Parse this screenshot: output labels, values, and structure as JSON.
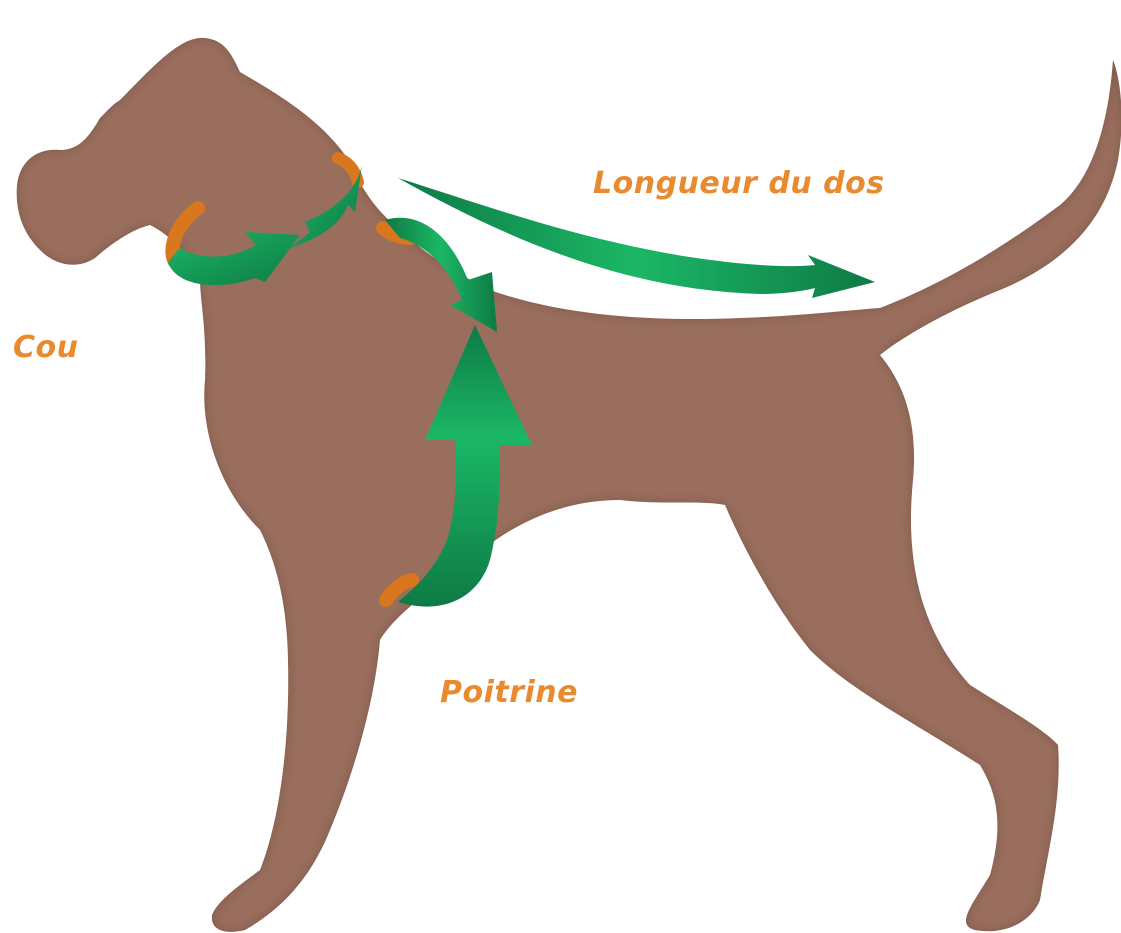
{
  "labels": {
    "back_length": "Longueur du dos",
    "neck": "Cou",
    "chest": "Poitrine"
  },
  "colors": {
    "dog_body": "#9A6E5D",
    "dog_shadow": "#5a3b2f",
    "label_text": "#E98A2E",
    "arrow_green_light": "#1BB766",
    "arrow_green_dark": "#0E7A45",
    "ring_orange": "#D9771E",
    "background": "#FFFFFF"
  },
  "icons": {
    "subject": "dog-silhouette-icon",
    "neck_marker": "circular-arrow-icon",
    "chest_marker": "circular-arrow-icon",
    "back_marker": "straight-arrow-icon"
  }
}
